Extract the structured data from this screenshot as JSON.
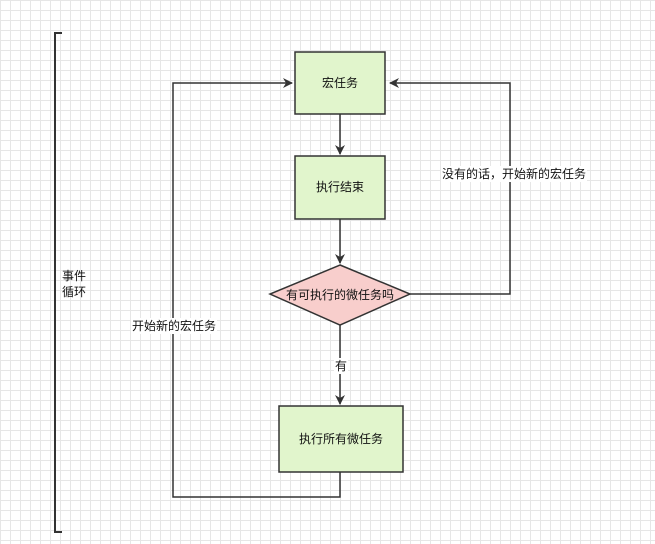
{
  "nodes": {
    "macro_task": {
      "label": "宏任务",
      "fill": "#e1f5cc",
      "stroke": "#333333"
    },
    "execute_end": {
      "label": "执行结束",
      "fill": "#e1f5cc",
      "stroke": "#333333"
    },
    "has_micro": {
      "label": "有可执行的微任务吗",
      "fill": "#f8cecc",
      "stroke": "#333333"
    },
    "run_all_micro": {
      "label": "执行所有微任务",
      "fill": "#e1f5cc",
      "stroke": "#333333"
    }
  },
  "edges": {
    "no_label": "没有的话，开始新的宏任务",
    "yes_label": "有",
    "loop_label": "开始新的宏任务"
  },
  "side_label": {
    "line1": "事件",
    "line2": "循环"
  },
  "colors": {
    "line": "#333333",
    "grid": "#e6e6e6"
  }
}
